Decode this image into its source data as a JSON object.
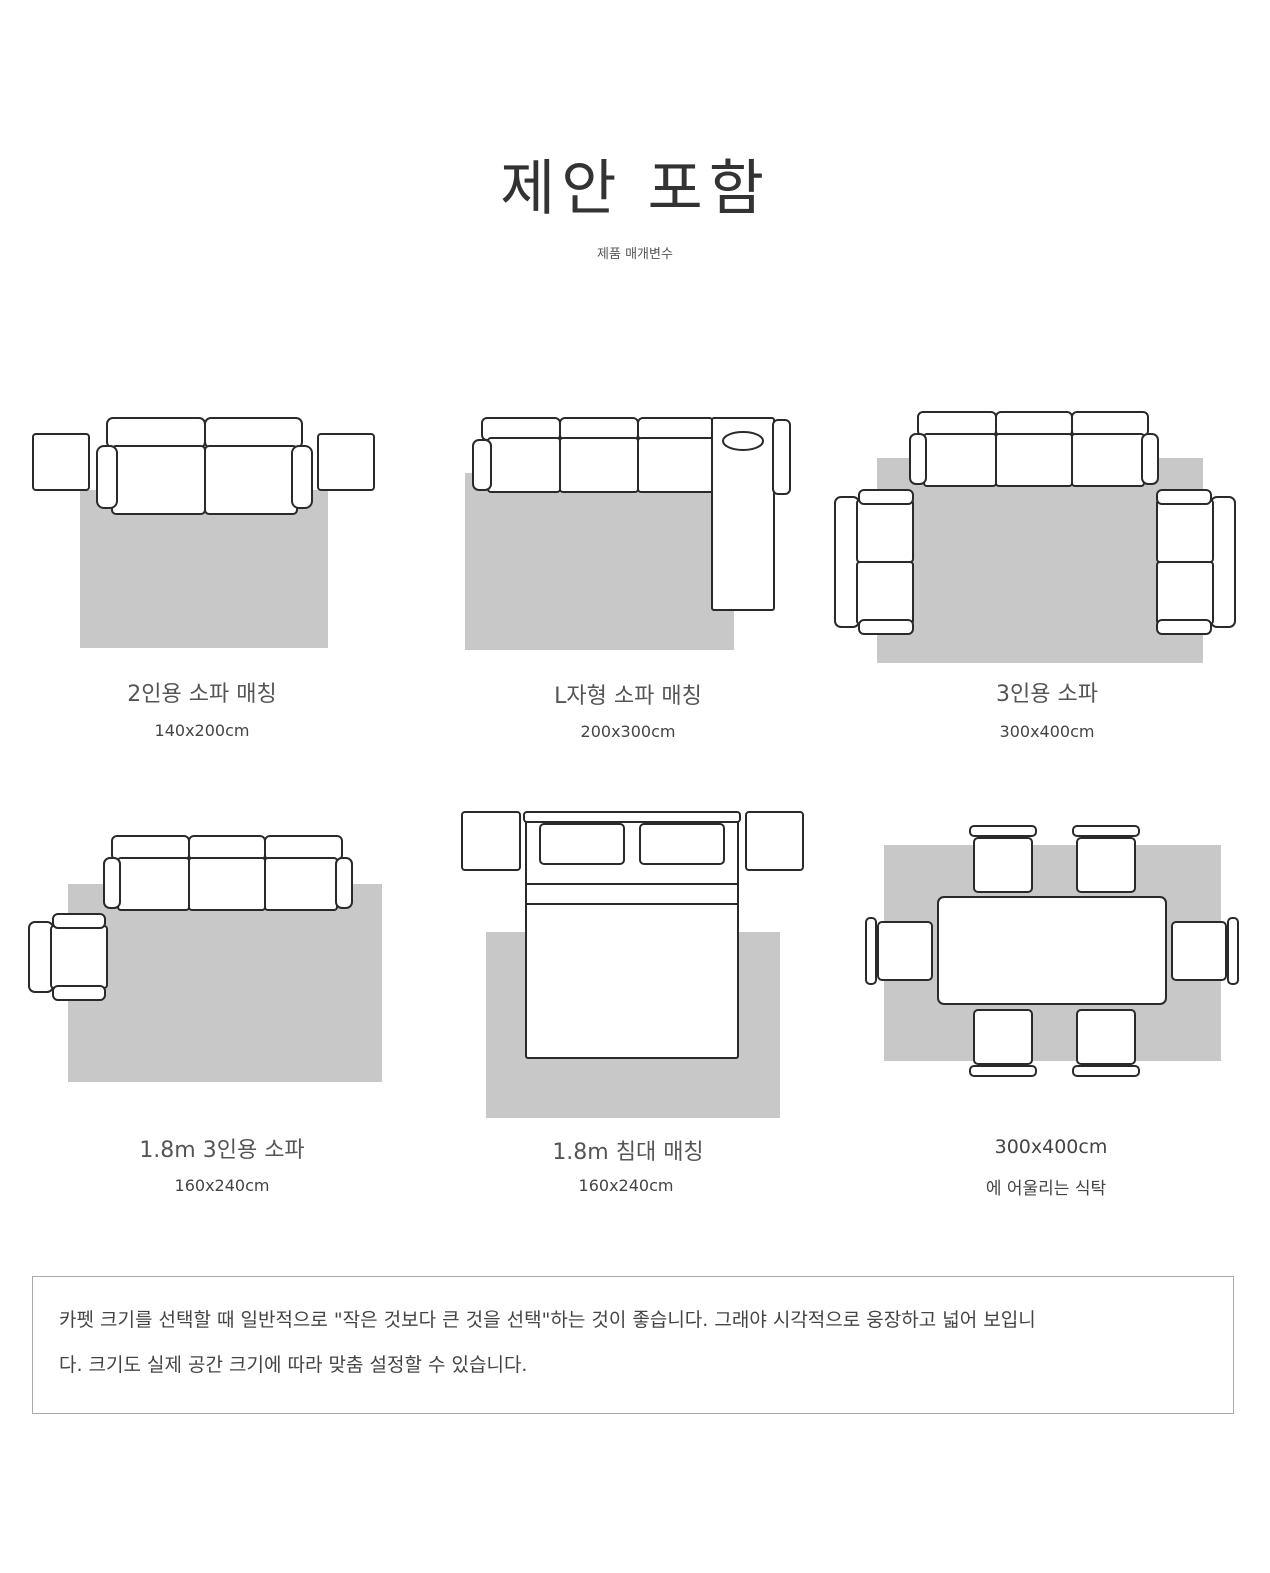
{
  "header": {
    "title": "제안 포함",
    "subtitle": "제품 매개변수"
  },
  "panels": [
    {
      "label": "2인용 소파 매칭",
      "size": "140x200cm"
    },
    {
      "label": "L자형 소파 매칭",
      "size": "200x300cm"
    },
    {
      "label": "3인용 소파",
      "size": "300x400cm"
    },
    {
      "label": "1.8m 3인용 소파",
      "size": "160x240cm"
    },
    {
      "label": "1.8m 침대 매칭",
      "size": "160x240cm"
    },
    {
      "label": "300x400cm",
      "size": "에 어울리는 식탁"
    }
  ],
  "note": {
    "line1": "카펫 크기를 선택할 때 일반적으로 \"작은 것보다 큰 것을 선택\"하는 것이 좋습니다. 그래야 시각적으로 웅장하고 넓어 보입니",
    "line2": "다. 크기도 실제 공간 크기에 따라 맞춤 설정할 수 있습니다."
  },
  "colors": {
    "rug": "#c8c8c8",
    "outline": "#2a2a2a"
  }
}
